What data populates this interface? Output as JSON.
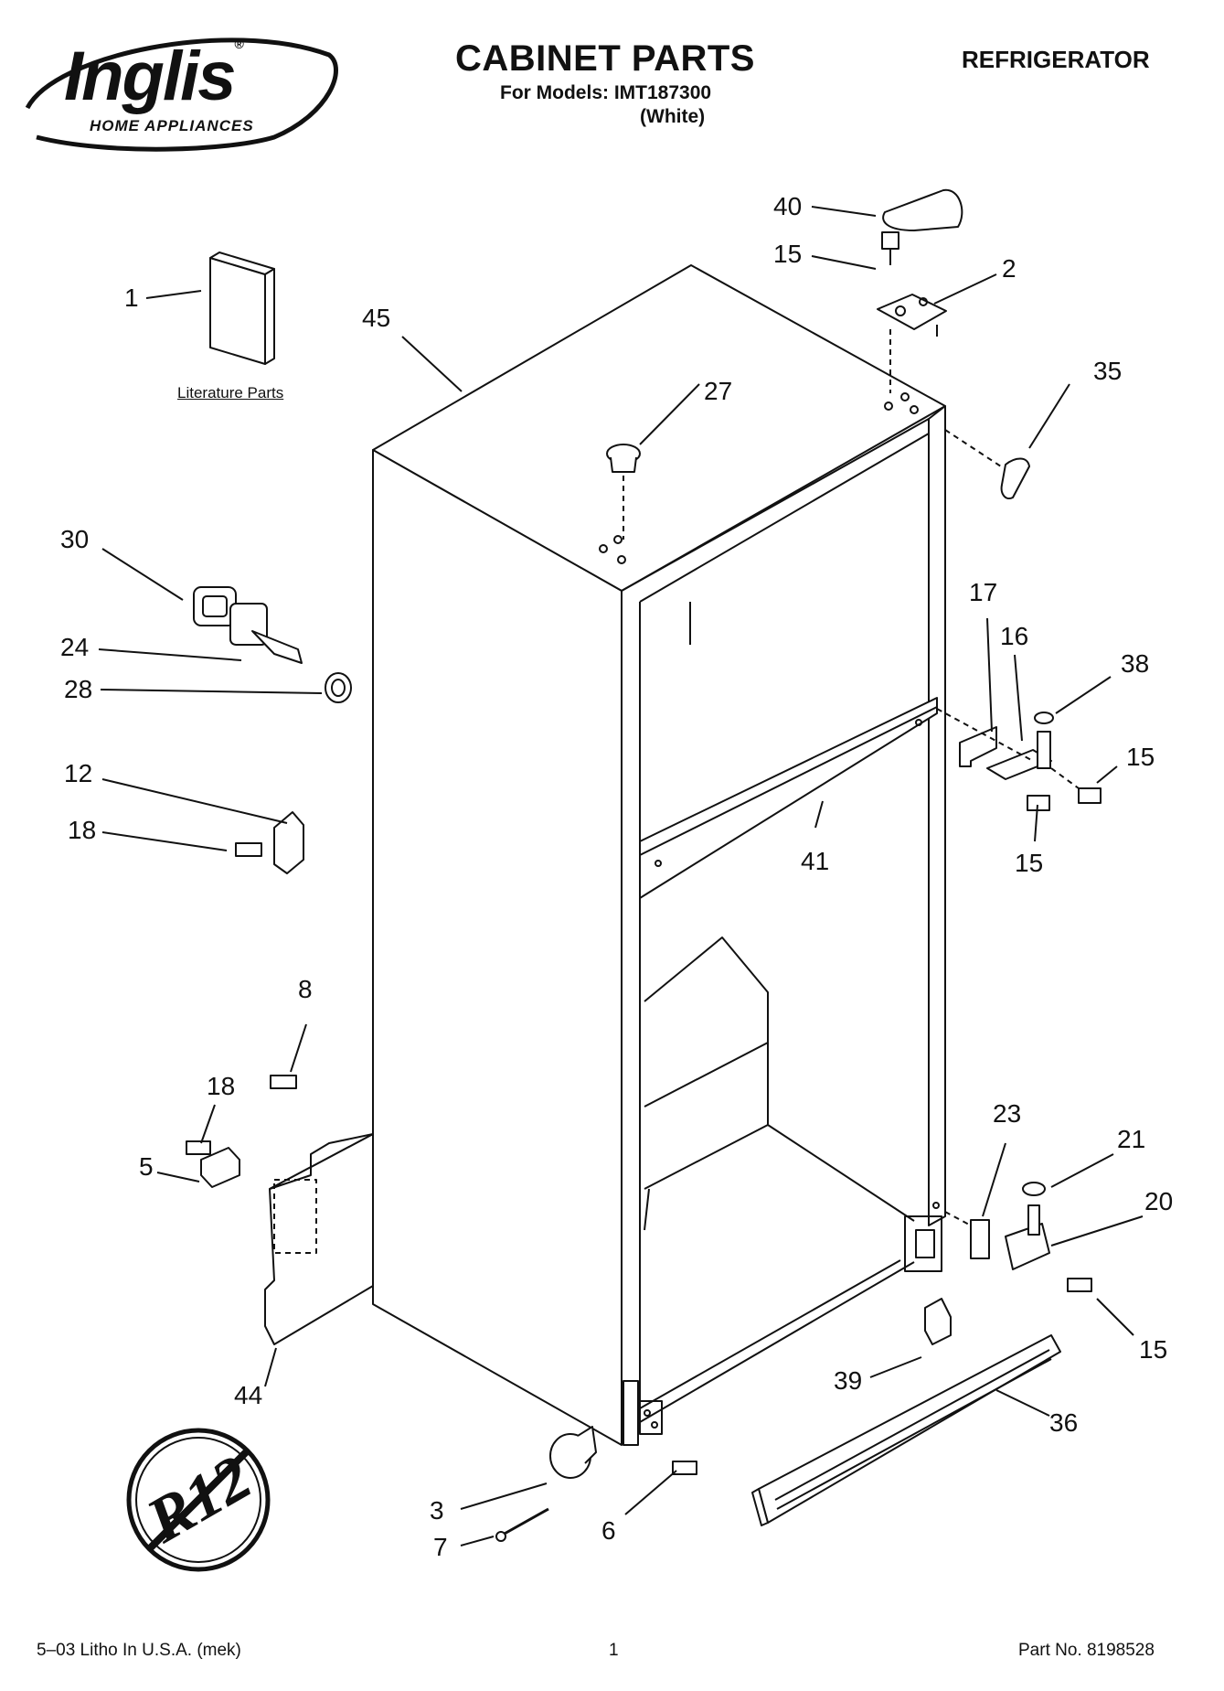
{
  "header": {
    "logo_main": "Inglis",
    "logo_reg": "®",
    "logo_tag": "HOME APPLIANCES",
    "title": "CABINET PARTS",
    "models_line": "For Models: IMT187300",
    "color_line": "(White)",
    "category": "REFRIGERATOR"
  },
  "literature_label": "Literature Parts",
  "callouts": [
    "1",
    "45",
    "27",
    "40",
    "15",
    "2",
    "35",
    "30",
    "24",
    "28",
    "12",
    "18",
    "17",
    "16",
    "38",
    "15",
    "41",
    "15",
    "8",
    "18",
    "5",
    "44",
    "23",
    "21",
    "20",
    "15",
    "39",
    "36",
    "3",
    "7",
    "6"
  ],
  "r12_badge": "R12",
  "footer": {
    "left": "5–03 Litho In U.S.A. (mek)",
    "page": "1",
    "right": "Part No. 8198528"
  }
}
